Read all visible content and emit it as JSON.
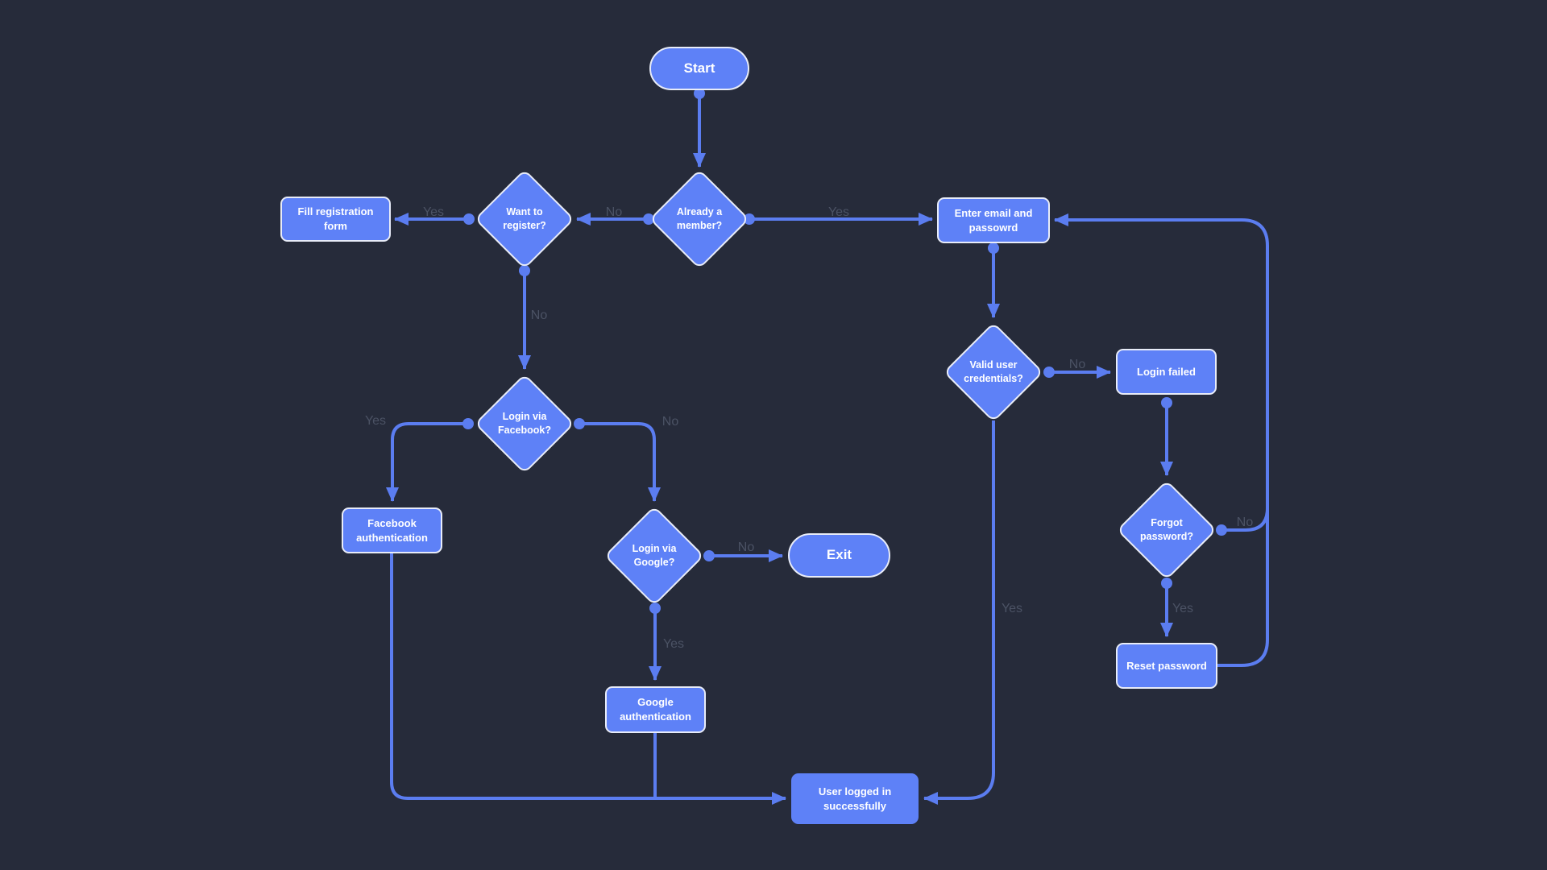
{
  "colors": {
    "background": "#262B3A",
    "node_fill": "#5E81F7",
    "node_border": "#E8ECF8",
    "edge": "#5B7DF0",
    "edge_label": "#4B5264",
    "node_text": "#FFFFFF"
  },
  "nodes": {
    "start": {
      "type": "terminator",
      "label": "Start"
    },
    "already_member": {
      "type": "decision",
      "label": "Already a member?"
    },
    "want_register": {
      "type": "decision",
      "label": "Want to register?"
    },
    "fill_registration": {
      "type": "process",
      "label": "Fill registration form"
    },
    "enter_email": {
      "type": "process",
      "label": "Enter email and passowrd"
    },
    "valid_credentials": {
      "type": "decision",
      "label": "Valid user credentials?"
    },
    "login_failed": {
      "type": "process",
      "label": "Login failed"
    },
    "forgot_password": {
      "type": "decision",
      "label": "Forgot password?"
    },
    "reset_password": {
      "type": "process",
      "label": "Reset password"
    },
    "login_facebook": {
      "type": "decision",
      "label": "Login via Facebook?"
    },
    "facebook_auth": {
      "type": "process",
      "label": "Facebook authentication"
    },
    "login_google": {
      "type": "decision",
      "label": "Login via Google?"
    },
    "exit": {
      "type": "terminator",
      "label": "Exit"
    },
    "google_auth": {
      "type": "process",
      "label": "Google authentication"
    },
    "user_logged_in": {
      "type": "process",
      "label": "User logged in successfully"
    }
  },
  "edges": {
    "start_to_already": {
      "from": "start",
      "to": "already_member",
      "label": ""
    },
    "already_to_want": {
      "from": "already_member",
      "to": "want_register",
      "label": "No"
    },
    "already_to_enter": {
      "from": "already_member",
      "to": "enter_email",
      "label": "Yes"
    },
    "want_to_fill": {
      "from": "want_register",
      "to": "fill_registration",
      "label": "Yes"
    },
    "want_to_loginfacebook": {
      "from": "want_register",
      "to": "login_facebook",
      "label": "No"
    },
    "loginfacebook_to_fbauth": {
      "from": "login_facebook",
      "to": "facebook_auth",
      "label": "Yes"
    },
    "loginfacebook_to_logingoogle": {
      "from": "login_facebook",
      "to": "login_google",
      "label": "No"
    },
    "logingoogle_to_exit": {
      "from": "login_google",
      "to": "exit",
      "label": "No"
    },
    "logingoogle_to_googleauth": {
      "from": "login_google",
      "to": "google_auth",
      "label": "Yes"
    },
    "googleauth_to_userlogged": {
      "from": "google_auth",
      "to": "user_logged_in",
      "label": ""
    },
    "fbauth_to_userlogged": {
      "from": "facebook_auth",
      "to": "user_logged_in",
      "label": ""
    },
    "enter_to_valid": {
      "from": "enter_email",
      "to": "valid_credentials",
      "label": ""
    },
    "valid_to_loginfailed": {
      "from": "valid_credentials",
      "to": "login_failed",
      "label": "No"
    },
    "valid_to_userlogged": {
      "from": "valid_credentials",
      "to": "user_logged_in",
      "label": "Yes"
    },
    "loginfailed_to_forgot": {
      "from": "login_failed",
      "to": "forgot_password",
      "label": ""
    },
    "forgot_to_reset": {
      "from": "forgot_password",
      "to": "reset_password",
      "label": "Yes"
    },
    "forgot_to_enter": {
      "from": "forgot_password",
      "to": "enter_email",
      "label": "No"
    },
    "reset_to_enter": {
      "from": "reset_password",
      "to": "enter_email",
      "label": ""
    }
  }
}
